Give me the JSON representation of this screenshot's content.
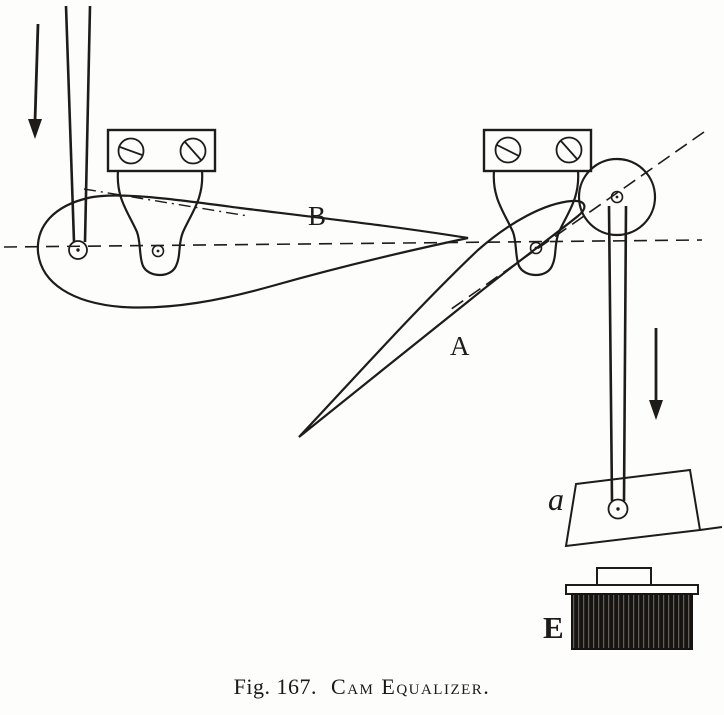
{
  "figure": {
    "labels": {
      "cam_b": "B",
      "cam_a": "A",
      "armature": "a",
      "magnet": "E"
    },
    "caption": {
      "prefix": "Fig. 167.",
      "title": "Cam Equalizer."
    }
  },
  "colors": {
    "ink": "#1e1c19",
    "paper": "#fdfdfb",
    "coil_dark": "#161412"
  }
}
